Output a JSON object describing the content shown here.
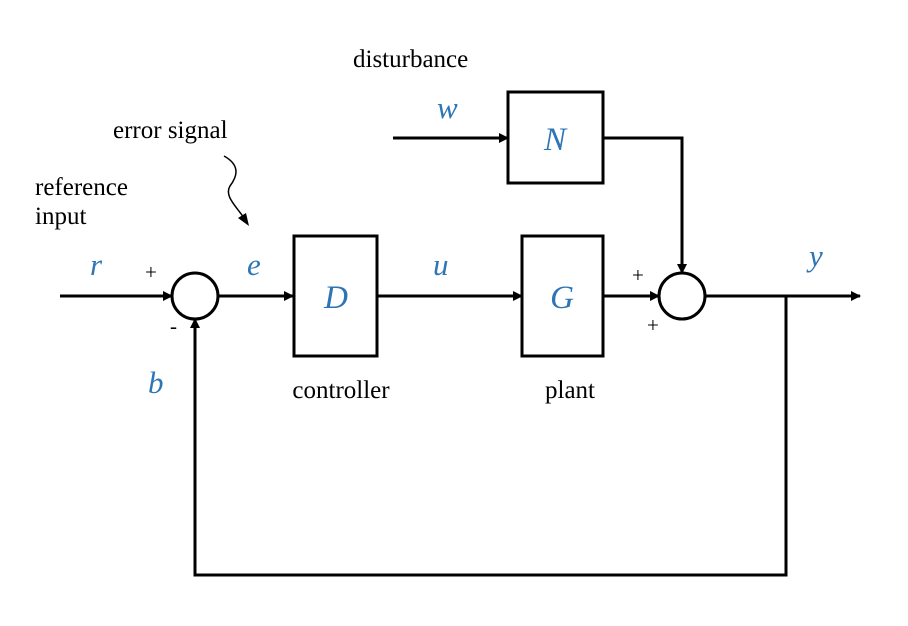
{
  "colors": {
    "variable": "#2e75b6",
    "line": "#000000",
    "background": "#ffffff"
  },
  "labels": {
    "disturbance": "disturbance",
    "error_signal": "error signal",
    "reference_line1": "reference",
    "reference_line2": "input",
    "controller": "controller",
    "plant": "plant"
  },
  "variables": {
    "r": "r",
    "e": "e",
    "u": "u",
    "w": "w",
    "y": "y",
    "b": "b"
  },
  "blocks": {
    "controller": "D",
    "plant": "G",
    "disturbance": "N"
  },
  "signs": {
    "sum1_top": "+",
    "sum1_bottom": "-",
    "sum2_left": "+",
    "sum2_bottom": "+"
  }
}
